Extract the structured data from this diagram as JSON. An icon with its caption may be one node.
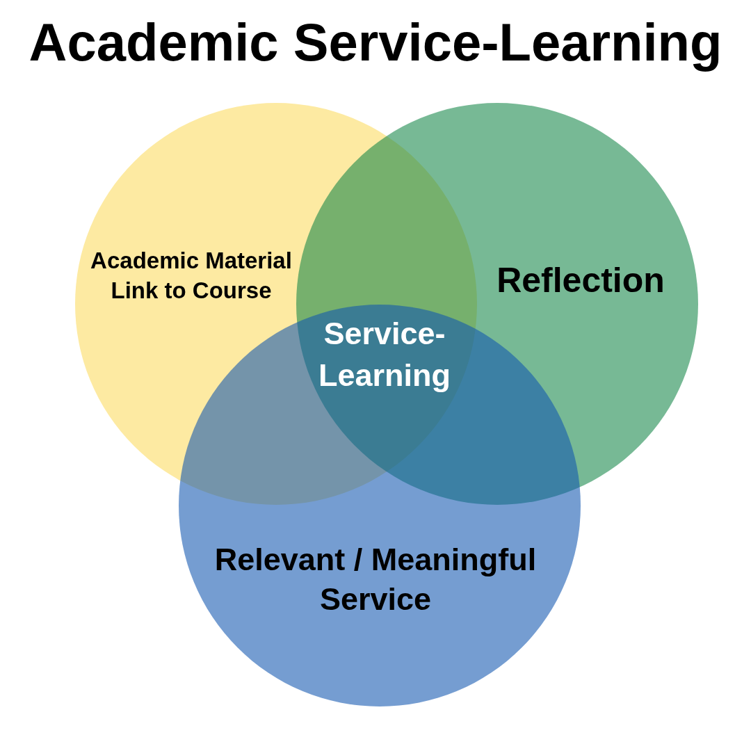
{
  "diagram": {
    "title": "Academic Service-Learning",
    "nodes": [
      {
        "text": [
          "Academic Material Link to Course"
        ]
      },
      {
        "text": [
          "Reflection"
        ]
      },
      {
        "text": [
          "Relevant / Meaningful Service"
        ]
      }
    ],
    "labels": [
      "Service-Learning"
    ]
  }
}
